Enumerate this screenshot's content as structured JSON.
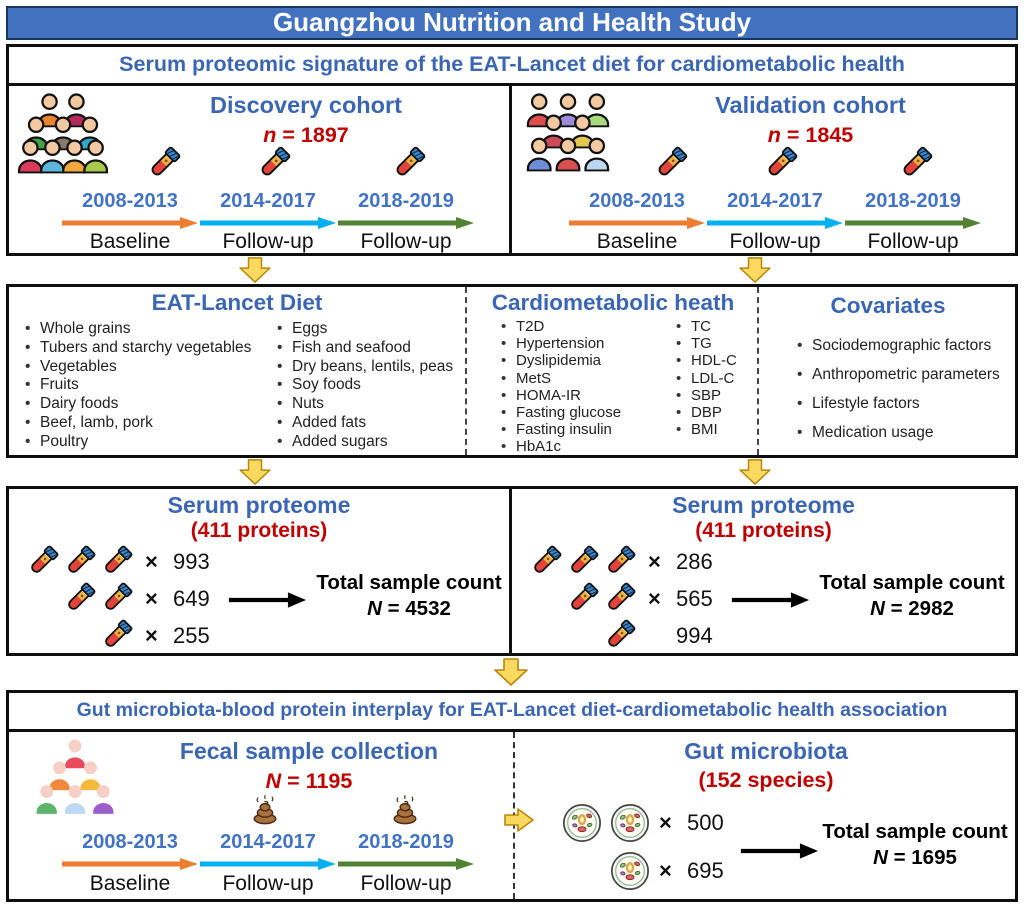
{
  "title_banner": "Guangzhou Nutrition and Health Study",
  "subtitle": "Serum proteomic signature of the EAT-Lancet diet for cardiometabolic health",
  "cohorts": [
    {
      "title": "Discovery cohort",
      "n_sym": "n",
      "n_value": "= 1897"
    },
    {
      "title": "Validation cohort",
      "n_sym": "n",
      "n_value": "= 1845"
    }
  ],
  "timeline": {
    "periods": [
      {
        "range": "2008-2013",
        "label": "Baseline",
        "color": "#ED7D31"
      },
      {
        "range": "2014-2017",
        "label": "Follow-up",
        "color": "#00B0F0"
      },
      {
        "range": "2018-2019",
        "label": "Follow-up",
        "color": "#548235"
      }
    ]
  },
  "eat_lancet": {
    "title": "EAT-Lancet Diet",
    "col1": [
      "Whole grains",
      "Tubers and starchy vegetables",
      "Vegetables",
      "Fruits",
      "Dairy foods",
      "Beef, lamb, pork",
      "Poultry"
    ],
    "col2": [
      "Eggs",
      "Fish and seafood",
      "Dry beans, lentils, peas",
      "Soy foods",
      "Nuts",
      "Added fats",
      "Added sugars"
    ]
  },
  "cardiometabolic": {
    "title": "Cardiometabolic heath",
    "col1": [
      "T2D",
      "Hypertension",
      "Dyslipidemia",
      "MetS",
      "HOMA-IR",
      "Fasting glucose",
      "Fasting insulin",
      "HbA1c"
    ],
    "col2": [
      "TC",
      "TG",
      "HDL-C",
      "LDL-C",
      "SBP",
      "DBP",
      "BMI"
    ]
  },
  "covariates": {
    "title": "Covariates",
    "items": [
      "Sociodemographic factors",
      "Anthropometric parameters",
      "Lifestyle factors",
      "Medication usage"
    ]
  },
  "proteome": [
    {
      "title": "Serum proteome",
      "subtitle": "(411 proteins)",
      "rows": [
        {
          "mult": "×",
          "count": "993"
        },
        {
          "mult": "×",
          "count": "649"
        },
        {
          "mult": "×",
          "count": "255"
        }
      ],
      "total_label": "Total sample count",
      "total_sym": "N",
      "total_value": "= 4532"
    },
    {
      "title": "Serum proteome",
      "subtitle": "(411 proteins)",
      "rows": [
        {
          "mult": "×",
          "count": "286"
        },
        {
          "mult": "×",
          "count": "565"
        },
        {
          "mult": "",
          "count": "994"
        }
      ],
      "total_label": "Total sample count",
      "total_sym": "N",
      "total_value": "= 2982"
    }
  ],
  "bottom_banner": "Gut microbiota-blood protein interplay for EAT-Lancet diet-cardiometabolic health association",
  "fecal": {
    "title": "Fecal sample collection",
    "n_sym": "N",
    "n_value": "= 1195"
  },
  "microbiota": {
    "title": "Gut microbiota",
    "subtitle": "(152 species)",
    "rows": [
      {
        "mult": "×",
        "count": "500"
      },
      {
        "mult": "×",
        "count": "695"
      }
    ],
    "total_label": "Total sample count",
    "total_sym": "N",
    "total_value": "= 1695"
  },
  "colors": {
    "banner_blue": "#4272BF",
    "heading_blue": "#3B66B4",
    "accent_red": "#C00000",
    "timeline_orange": "#ED7D31",
    "timeline_blue": "#00B0F0",
    "timeline_green": "#548235",
    "flow_arrow_fill": "#FAD961",
    "flow_arrow_stroke": "#B8860B"
  },
  "icons": {
    "people_group": "people-group-icon",
    "blood_tube": "blood-tube-icon",
    "stool_sample": "stool-icon",
    "petri_dish": "petri-dish-icon",
    "down_arrow": "down-arrow-icon",
    "right_arrow": "right-arrow-icon",
    "flow_arrow": "black-arrow-icon"
  }
}
